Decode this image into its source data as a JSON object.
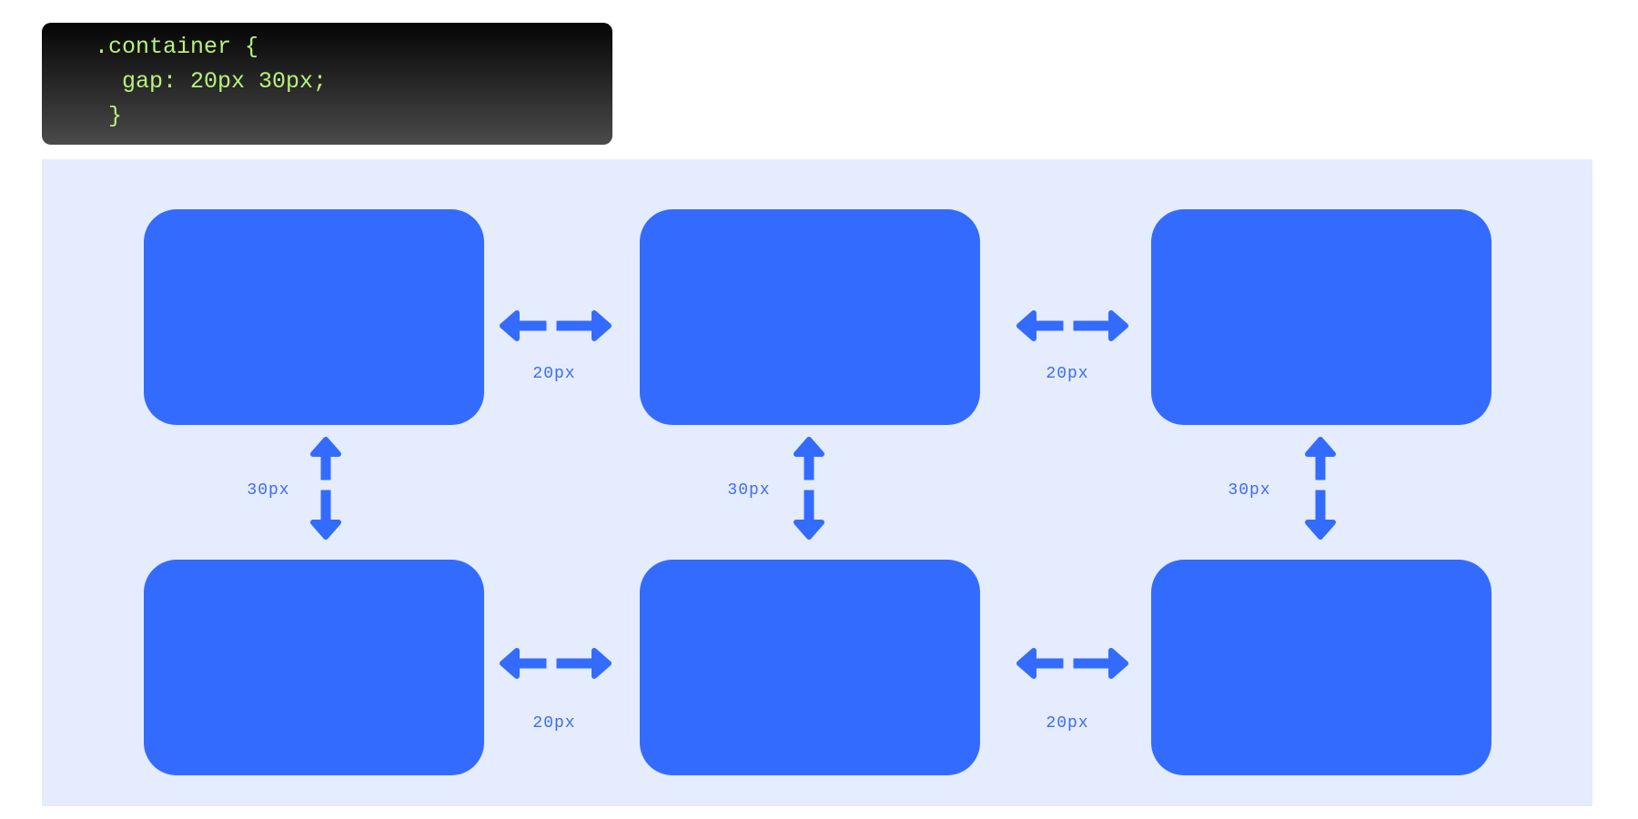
{
  "code": {
    "lines": [
      ".container {",
      "  gap: 20px 30px;",
      " }"
    ]
  },
  "diagram": {
    "item_color": "#346bff",
    "background_color": "#e4ecfd",
    "columns": 3,
    "rows": 2,
    "column_gap_label": "20px",
    "row_gap_label": "30px"
  }
}
